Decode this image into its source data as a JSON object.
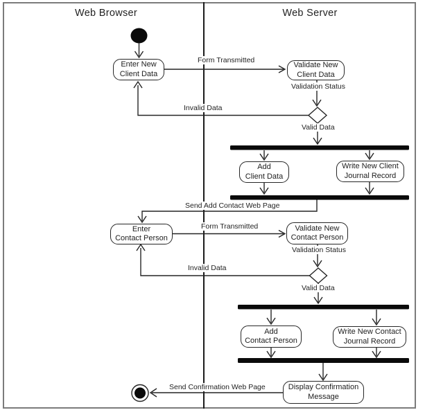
{
  "diagram": {
    "type": "uml-activity-swimlane-diagram",
    "lanes": {
      "left": "Web Browser",
      "right": "Web Server"
    }
  },
  "activities": {
    "enter_new_client_data": "Enter New\nClient Data",
    "validate_new_client_data": "Validate New\nClient Data",
    "add_client_data": "Add\nClient Data",
    "write_new_client_journal_record": "Write New Client\nJournal Record",
    "enter_contact_person": "Enter\nContact Person",
    "validate_new_contact_person": "Validate New\nContact Person",
    "add_contact_person": "Add\nContact Person",
    "write_new_contact_journal_record": "Write New Contact\nJournal Record",
    "display_confirmation_message": "Display Confirmation\nMessage"
  },
  "edge_labels": {
    "form_transmitted_1": "Form Transmitted",
    "validation_status_1": "Validation Status",
    "invalid_data_1": "Invalid Data",
    "valid_data_1": "Valid Data",
    "send_add_contact_web_page": "Send Add Contact Web Page",
    "form_transmitted_2": "Form Transmitted",
    "validation_status_2": "Validation Status",
    "invalid_data_2": "Invalid Data",
    "valid_data_2": "Valid Data",
    "send_confirmation_web_page": "Send Confirmation Web Page"
  },
  "colors": {
    "line": "#242424",
    "sync_bar": "#0a0a0a",
    "frame_border": "#7b7b7b",
    "node_fill": "#ffffff",
    "background": "#ffffff"
  }
}
